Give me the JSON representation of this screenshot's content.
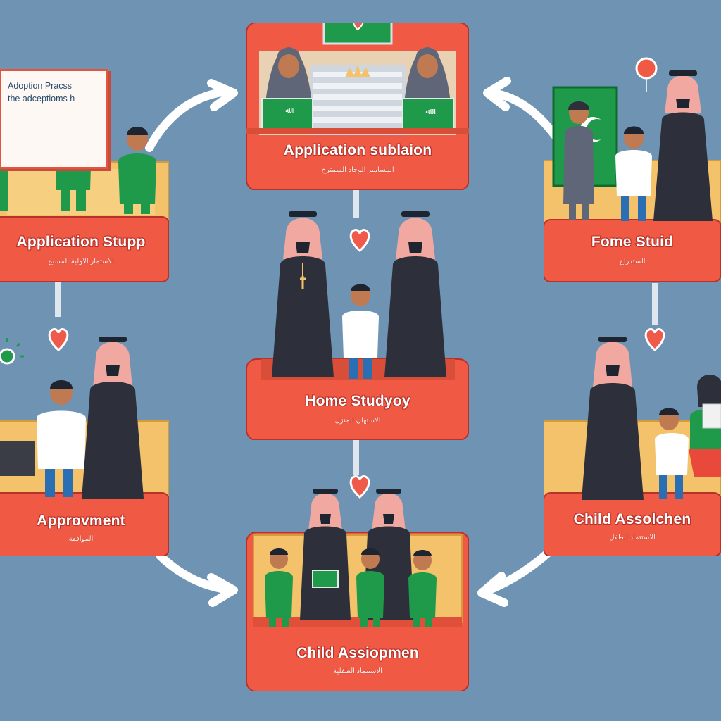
{
  "stages": {
    "top": {
      "label": "Application sublaion",
      "sub": "المسامبر الوجاد السمترح"
    },
    "upper_left": {
      "label": "Application Stupp",
      "sub": "الاستمار الاولية المسبح"
    },
    "upper_right": {
      "label": "Fome Stuid",
      "sub": "الستدراج"
    },
    "center": {
      "label": "Home Studyoy",
      "sub": "الاستهان المنزل"
    },
    "lower_left": {
      "label": "Approvment",
      "sub": "الموافقة"
    },
    "lower_right": {
      "label": "Child Assolchen",
      "sub": "الاستتماد الطفل"
    },
    "bottom": {
      "label": "Child Assiopmen",
      "sub": "الاستتماد الطفلية"
    }
  },
  "sign": {
    "line1": "Adoption Pracss",
    "line2": "the adceptioms h"
  },
  "colors": {
    "background": "#6f93b3",
    "card_red": "#f05a44",
    "card_inner": "#f3c26a",
    "green": "#1f9a4a",
    "robe": "#2d2f3a",
    "heart": "#ef5a4a"
  },
  "icons": [
    "heart-icon",
    "arrow-icon",
    "flag-icon",
    "crown-icon"
  ]
}
